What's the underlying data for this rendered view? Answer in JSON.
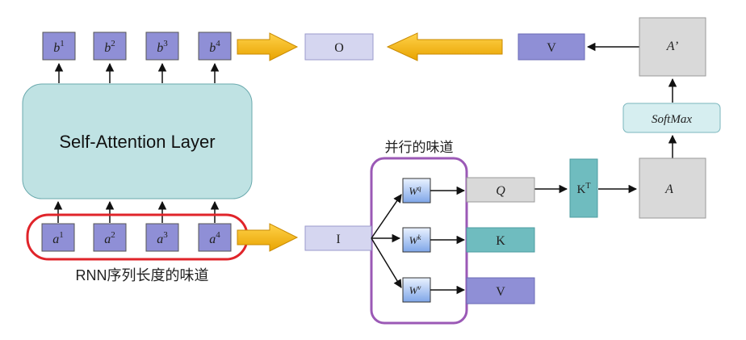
{
  "outputs": [
    {
      "base": "b",
      "sup": "1"
    },
    {
      "base": "b",
      "sup": "2"
    },
    {
      "base": "b",
      "sup": "3"
    },
    {
      "base": "b",
      "sup": "4"
    }
  ],
  "inputs": [
    {
      "base": "a",
      "sup": "1"
    },
    {
      "base": "a",
      "sup": "2"
    },
    {
      "base": "a",
      "sup": "3"
    },
    {
      "base": "a",
      "sup": "4"
    }
  ],
  "layer_label": "Self-Attention Layer",
  "rnn_caption": "RNN序列长度的味道",
  "parallel_caption": "并行的味道",
  "matrices": {
    "I": "I",
    "O": "O",
    "Q": "Q",
    "K": "K",
    "V_mid": "V",
    "V_top": "V",
    "KT_base": "K",
    "KT_sup": "T",
    "A": "A",
    "A_prime": "A’",
    "softmax": "SoftMax"
  },
  "weights": [
    {
      "base": "W",
      "sup": "q"
    },
    {
      "base": "W",
      "sup": "k"
    },
    {
      "base": "W",
      "sup": "v"
    }
  ],
  "colors": {
    "purple_box": "#8f8fd6",
    "light_purple_box": "#d5d6f0",
    "teal": "#7ac4c4",
    "light_teal": "#d6eef0",
    "layer_fill": "#bfe2e3",
    "gray_box": "#d9d9d9",
    "red_outline": "#e0242a",
    "purple_outline": "#9b59b6",
    "arrow_gold": "#f6b800"
  }
}
